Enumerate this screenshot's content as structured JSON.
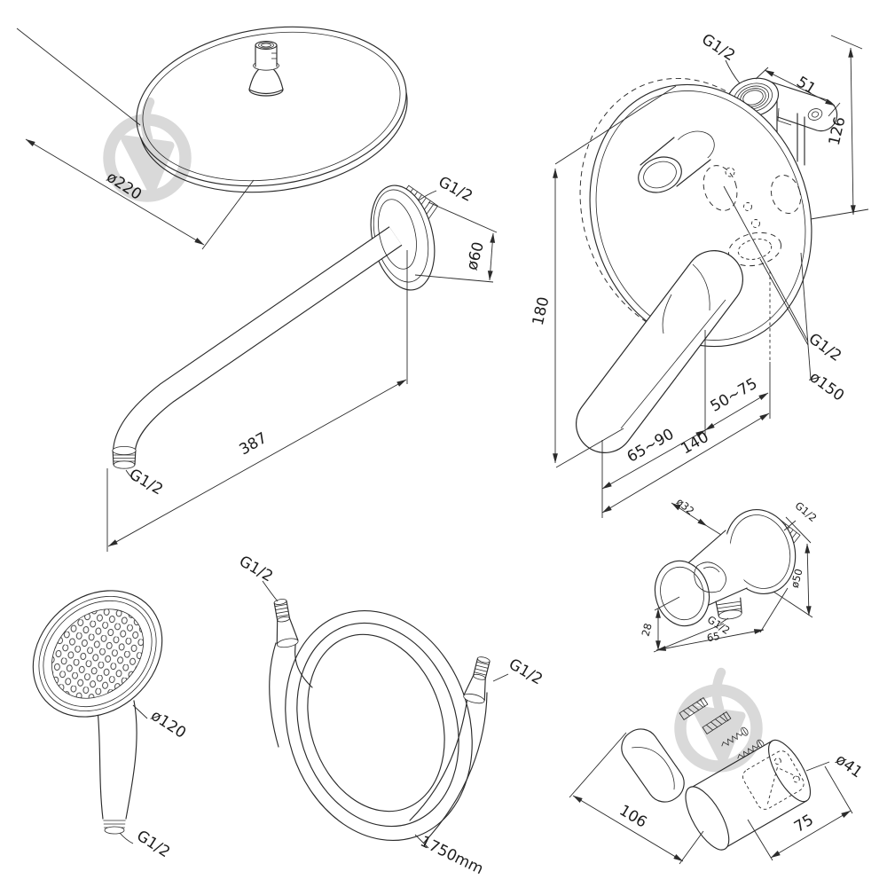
{
  "colors": {
    "background": "#ffffff",
    "line": "#2b2b2b",
    "text": "#1c1c1c",
    "watermark": "#d9d9d9"
  },
  "components": {
    "overhead_shower": {
      "diameter": "ø220"
    },
    "shower_arm": {
      "wall_thread": "G1/2",
      "flange_diameter": "ø60",
      "length": "387",
      "outlet_thread": "G1/2"
    },
    "concealed_mixer": {
      "inlet_thread": "G1/2",
      "bracket_length": "51",
      "inlet_height": "126",
      "body_height": "180",
      "outlet_thread": "G1/2",
      "plate_diameter": "ø150",
      "plate_depth_range": "50~75",
      "wall_depth_range": "65~90",
      "body_width": "140"
    },
    "wall_elbow": {
      "body_diameter": "ø32",
      "wall_thread": "G1/2",
      "flange_diameter": "ø50",
      "outlet_offset": "28",
      "outlet_thread": "G1/2",
      "width": "65"
    },
    "hand_shower": {
      "diameter": "ø120",
      "thread": "G1/2"
    },
    "hose": {
      "thread_a": "G1/2",
      "thread_b": "G1/2",
      "length": "1750mm"
    },
    "holder": {
      "diameter": "ø41",
      "length": "106",
      "depth": "75"
    }
  }
}
